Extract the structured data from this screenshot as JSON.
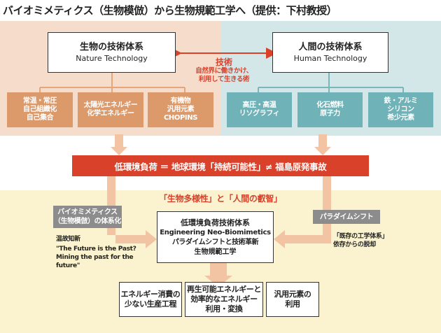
{
  "title": "バイオミメティクス（生物模倣）から生物規範工学へ（提供：下村教授）",
  "nature_tech": {
    "title": "生物の技術体系",
    "subtitle": "Nature Technology"
  },
  "human_tech": {
    "title": "人間の技術体系",
    "subtitle": "Human Technology"
  },
  "link": {
    "label": "技術",
    "caption": "自然界に働きかけ、\n利用して生きる術"
  },
  "nature_items": [
    "常温・常圧\n自己組織化\n自己集合",
    "太陽光エネルギー\n化学エネルギー",
    "有機物\n汎用元素\nCHOPINS"
  ],
  "human_items": [
    "高圧・高温\nリソグラフィ",
    "化石燃料\n原子力",
    "鉄・アルミ\nシリコン\n希少元素"
  ],
  "banner": "低環境負荷 ＝ 地球環境「持続可能性」≠ 福島原発事故",
  "diversity": "「生物多様性」と「人間の叡智」",
  "left_label": "バイオミメティクス\n（生物模倣）の体系化",
  "left_caption_title": "温故知新",
  "left_caption_quote": "\"The Future is the Past?\nMining the past for the future\"",
  "right_label": "パラダイムシフト",
  "right_caption": "「既存の工学体系」\n依存からの脱却",
  "center": {
    "line1": "低環境負荷技術体系",
    "line2": "Engineering Neo-Biomimetics",
    "line3": "パラダイムシフトと技術革新",
    "line4": "生物規範工学"
  },
  "outcomes": [
    "エネルギー消費の\n少ない生産工程",
    "再生可能エネルギーと\n効率的なエネルギー\n利用・変換",
    "汎用元素の\n利用"
  ],
  "colors": {
    "orange": "#dc9a6b",
    "teal": "#6fb3b8",
    "red": "#d9412b",
    "gray": "#8c8c8c"
  }
}
